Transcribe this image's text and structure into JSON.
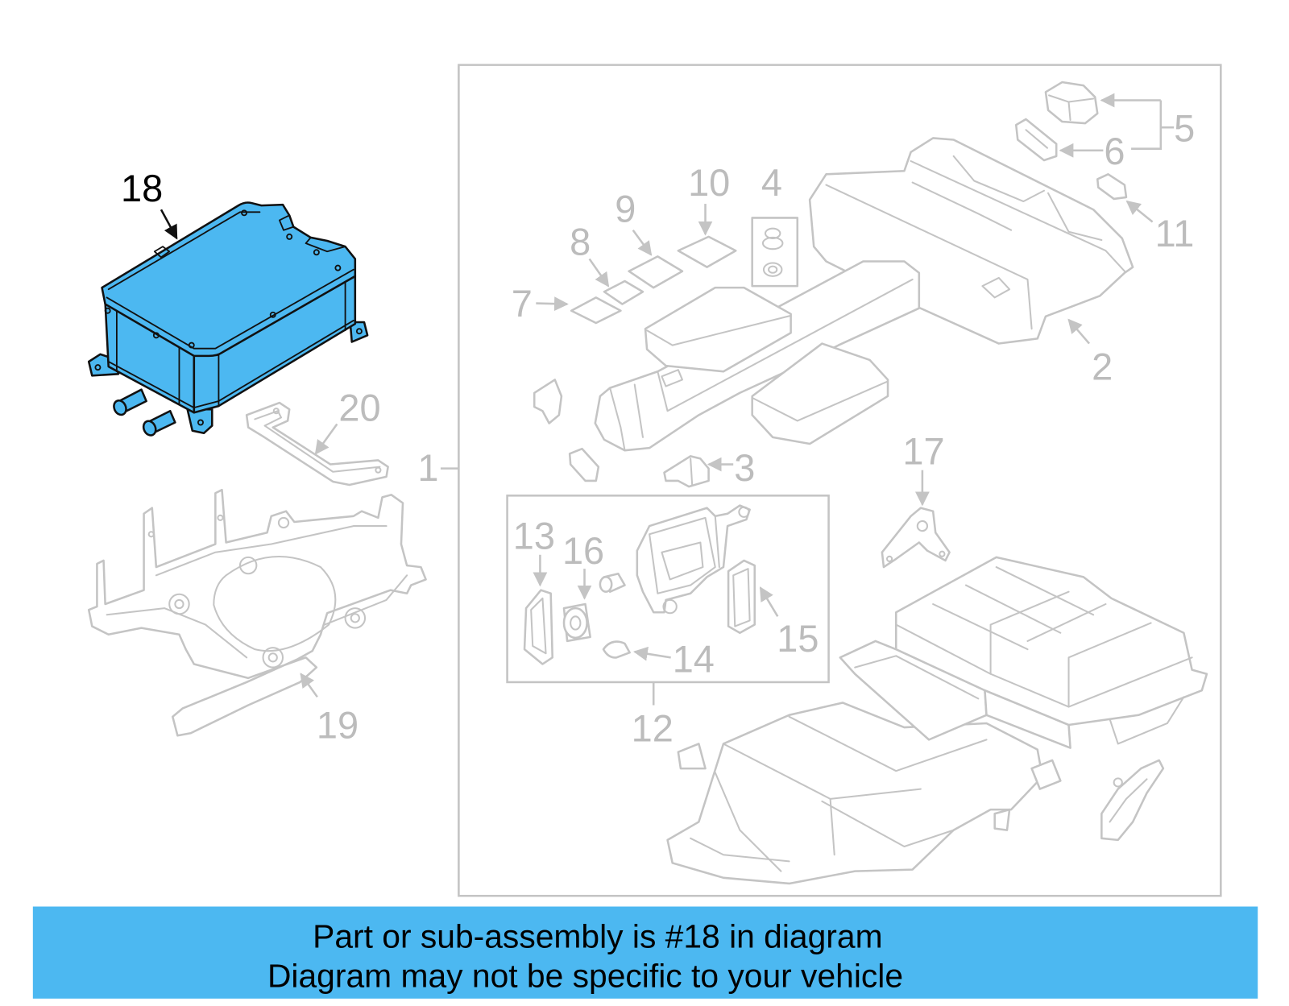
{
  "diagram": {
    "highlighted_callout": "18",
    "callouts": {
      "part_1": "1",
      "part_2": "2",
      "part_3": "3",
      "part_4": "4",
      "part_5": "5",
      "part_6": "6",
      "part_7": "7",
      "part_8": "8",
      "part_9": "9",
      "part_10": "10",
      "part_11": "11",
      "part_12": "12",
      "part_13": "13",
      "part_14": "14",
      "part_15": "15",
      "part_16": "16",
      "part_17": "17",
      "part_19": "19",
      "part_20": "20"
    }
  },
  "footer": {
    "line1": "Part or sub-assembly is #18 in diagram",
    "line2": "Diagram may not be specific to your vehicle"
  },
  "colors": {
    "highlight": "#4cb8f1",
    "line": "#c4c4c4",
    "label": "#bcbcbc",
    "outline": "#111111"
  }
}
